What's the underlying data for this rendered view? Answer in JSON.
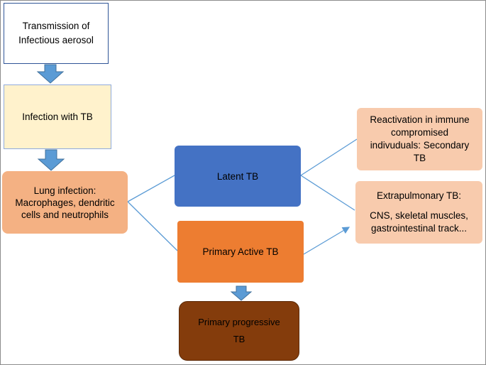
{
  "diagram": {
    "transmission": {
      "line1": "Transmission of",
      "line2": "Infectious aerosol"
    },
    "infection": {
      "label": "Infection with TB"
    },
    "lung": {
      "line1": "Lung infection:",
      "line2": "Macrophages, dendritic",
      "line3": "cells  and neutrophils"
    },
    "latent": {
      "label": "Latent TB"
    },
    "primary_active": {
      "label": "Primary Active TB"
    },
    "primary_progressive": {
      "line1": "Primary progressive",
      "line2": "TB"
    },
    "reactivation": {
      "line1": "Reactivation in immune",
      "line2": "compromised",
      "line3": "indivuduals: Secondary",
      "line4": "TB"
    },
    "extrapulmonary": {
      "line1": "Extrapulmonary TB:",
      "line2": "CNS, skeletal muscles,",
      "line3": "gastrointestinal track..."
    }
  },
  "colors": {
    "transmission_fill": "#ffffff",
    "transmission_border": "#2f5597",
    "infection_fill": "#fff2cc",
    "infection_border": "#8faadc",
    "lung_fill": "#f4b183",
    "latent_fill": "#4472c4",
    "primary_active_fill": "#ed7d31",
    "primary_progressive_fill": "#843c0c",
    "secondary_fill": "#f8cbad",
    "arrow_fill": "#5b9bd5",
    "connector": "#5b9bd5"
  }
}
